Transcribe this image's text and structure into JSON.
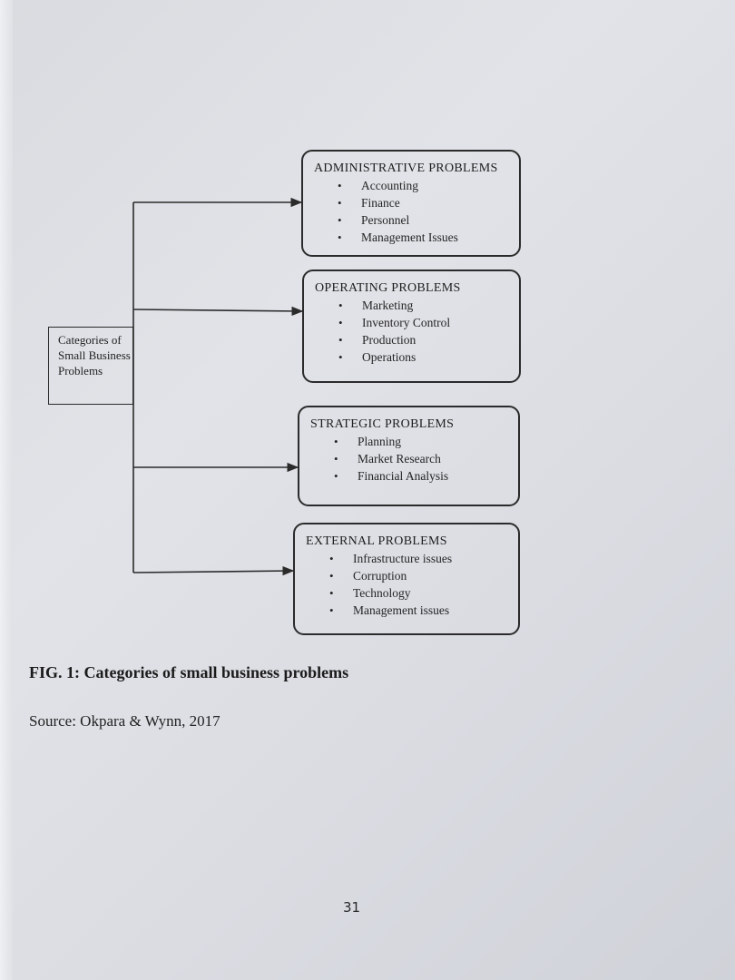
{
  "diagram": {
    "source_node": "Categories of Small Business Problems",
    "categories": [
      {
        "title": "ADMINISTRATIVE PROBLEMS",
        "items": [
          "Accounting",
          "Finance",
          "Personnel",
          "Management Issues"
        ]
      },
      {
        "title": "OPERATING PROBLEMS",
        "items": [
          "Marketing",
          "Inventory Control",
          "Production",
          "Operations"
        ]
      },
      {
        "title": "STRATEGIC PROBLEMS",
        "items": [
          "Planning",
          "Market Research",
          "Financial Analysis"
        ]
      },
      {
        "title": "EXTERNAL PROBLEMS",
        "items": [
          "Infrastructure issues",
          "Corruption",
          "Technology",
          "Management issues"
        ]
      }
    ],
    "bullet_glyph": "•"
  },
  "caption": "FIG. 1: Categories of small business problems",
  "source": "Source: Okpara & Wynn, 2017",
  "page_number": "31"
}
